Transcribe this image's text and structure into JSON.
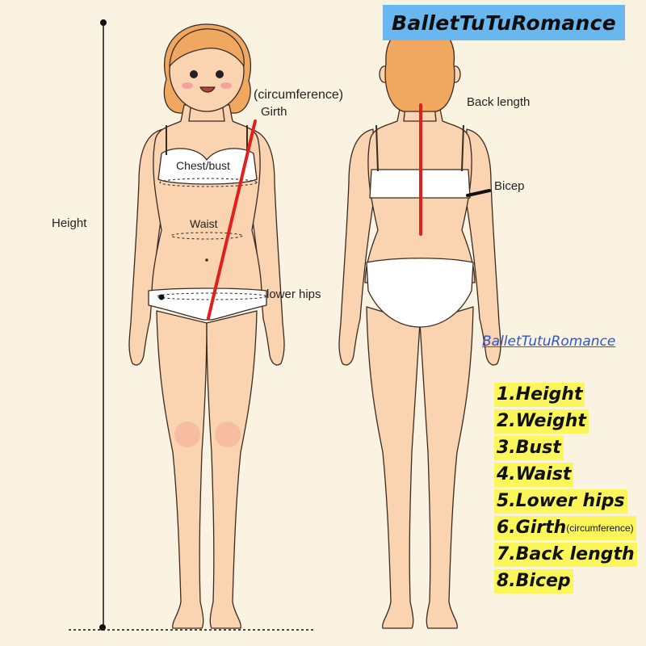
{
  "brand": {
    "banner_text": "BalletTuTuRomance",
    "watermark": "BalletTutuRomance"
  },
  "labels": {
    "height": "Height",
    "circumference": "(circumference)",
    "girth": "Girth",
    "chest_bust": "Chest/bust",
    "waist": "Waist",
    "lower_hips": "lower hips",
    "back_length": "Back length",
    "bicep": "Bicep"
  },
  "checklist": [
    {
      "text": "1.Height",
      "note": ""
    },
    {
      "text": "2.Weight",
      "note": ""
    },
    {
      "text": "3.Bust",
      "note": ""
    },
    {
      "text": "4.Waist",
      "note": ""
    },
    {
      "text": "5.Lower hips",
      "note": ""
    },
    {
      "text": "6.Girth",
      "note": "(circumference)"
    },
    {
      "text": "7.Back length",
      "note": ""
    },
    {
      "text": "8.Bicep",
      "note": ""
    }
  ],
  "colors": {
    "background": "#fbf3e1",
    "banner": "#68b8ef",
    "highlight": "#fbf65a",
    "skin": "#fad3b0",
    "hair": "#f0a860",
    "measure_line": "#e0201c",
    "watermark": "#2f55c9"
  },
  "icons": [
    "height-ruler-icon",
    "front-figure-icon",
    "back-figure-icon"
  ]
}
